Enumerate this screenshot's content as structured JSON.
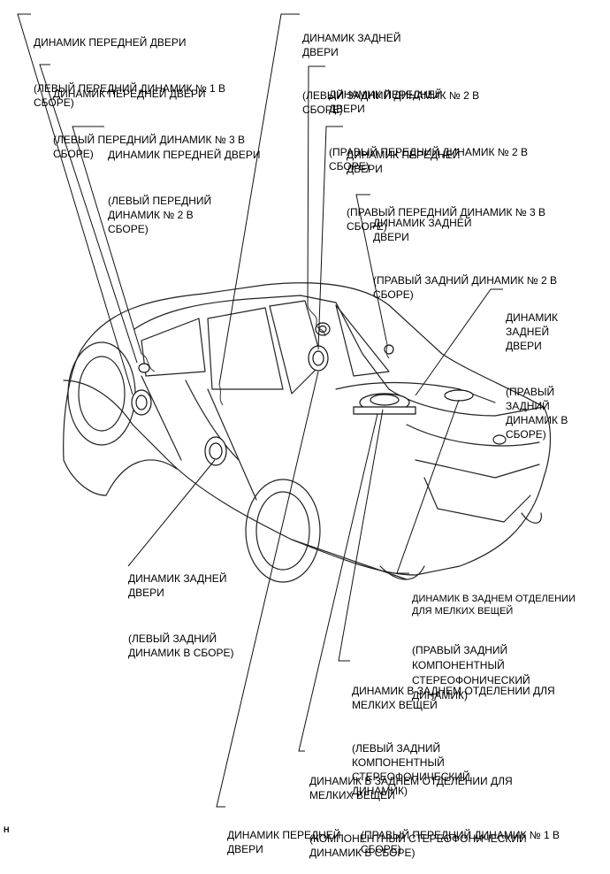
{
  "figure_mark": "H",
  "labels": [
    {
      "id": "lf1",
      "name": "ДИНАМИК ПЕРЕДНЕЙ ДВЕРИ",
      "detail": "(ЛЕВЫЙ ПЕРЕДНИЙ ДИНАМИК № 1 В\nСБОРЕ)"
    },
    {
      "id": "lf3",
      "name": "ДИНАМИК ПЕРЕДНЕЙ ДВЕРИ",
      "detail": "(ЛЕВЫЙ ПЕРЕДНИЙ ДИНАМИК № 3 В\nСБОРЕ)"
    },
    {
      "id": "lf2",
      "name": "ДИНАМИК ПЕРЕДНЕЙ ДВЕРИ",
      "detail": "(ЛЕВЫЙ ПЕРЕДНИЙ\nДИНАМИК № 2 В\nСБОРЕ)"
    },
    {
      "id": "lr2",
      "name": "ДИНАМИК ЗАДНЕЙ\nДВЕРИ",
      "detail": "(ЛЕВЫЙ ЗАДНИЙ ДИНАМИК № 2 В\nСБОРЕ)"
    },
    {
      "id": "rf2",
      "name": "ДИНАМИК ПЕРЕДНЕЙ\nДВЕРИ",
      "detail": "(ПРАВЫЙ ПЕРЕДНИЙ ДИНАМИК № 2 В\nСБОРЕ)"
    },
    {
      "id": "rf3",
      "name": "ДИНАМИК ПЕРЕДНЕЙ\nДВЕРИ",
      "detail": "(ПРАВЫЙ ПЕРЕДНИЙ ДИНАМИК № 3 В\nСБОРЕ)"
    },
    {
      "id": "rr2",
      "name": "ДИНАМИК ЗАДНЕЙ\nДВЕРИ",
      "detail": "(ПРАВЫЙ ЗАДНИЙ ДИНАМИК № 2 В\nСБОРЕ)"
    },
    {
      "id": "rr",
      "name": "ДИНАМИК\nЗАДНЕЙ\nДВЕРИ",
      "detail": "(ПРАВЫЙ\nЗАДНИЙ\nДИНАМИК В\nСБОРЕ)"
    },
    {
      "id": "lr",
      "name": "ДИНАМИК ЗАДНЕЙ\nДВЕРИ",
      "detail": "(ЛЕВЫЙ ЗАДНИЙ\nДИНАМИК В СБОРЕ)"
    },
    {
      "id": "shelf_r",
      "name": "ДИНАМИК В ЗАДНЕМ ОТДЕЛЕНИИ\nДЛЯ МЕЛКИХ ВЕЩЕЙ",
      "detail": "(ПРАВЫЙ ЗАДНИЙ\nКОМПОНЕНТНЫЙ\nСТЕРЕОФОНИЧЕСКИЙ\nДИНАМИК)"
    },
    {
      "id": "shelf_l",
      "name": "ДИНАМИК В ЗАДНЕМ ОТДЕЛЕНИИ ДЛЯ\nМЕЛКИХ ВЕЩЕЙ",
      "detail": "(ЛЕВЫЙ ЗАДНИЙ\nКОМПОНЕНТНЫЙ\nСТЕРЕОФОНИЧЕСКИЙ\nДИНАМИК)"
    },
    {
      "id": "shelf_c",
      "name": "ДИНАМИК В ЗАДНЕМ ОТДЕЛЕНИИ ДЛЯ\nМЕЛКИХ ВЕЩЕЙ",
      "detail": "(КОМПОНЕНТНЫЙ СТЕРЕОФОНИЧЕСКИЙ\nДИНАМИК В СБОРЕ)"
    },
    {
      "id": "rf1",
      "name": "ДИНАМИК ПЕРЕДНЕЙ\nДВЕРИ",
      "detail": "(ПРАВЫЙ ПЕРЕДНИЙ ДИНАМИК № 1 В\nСБОРЕ)"
    }
  ]
}
